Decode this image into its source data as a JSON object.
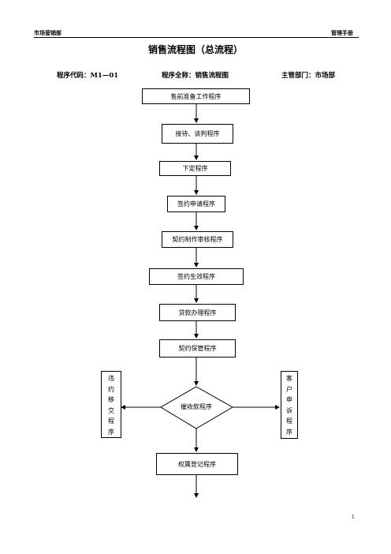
{
  "header": {
    "left": "市场营销部",
    "right": "管理手册"
  },
  "title": "销售流程图（总流程）",
  "meta": {
    "code": "程序代码：M1—01",
    "fullname": "程序全称：销售流程图",
    "dept": "主管部门：市场部"
  },
  "steps": [
    "售前准备工作程序",
    "接待、谈判程序",
    "下定程序",
    "签约申请程序",
    "契约制作审核程序",
    "签约生效程序",
    "贷款办理程序",
    "契约保管程序"
  ],
  "decision": "催收款程序",
  "final_step": "权属登记程序",
  "left_branch": [
    "违",
    "约",
    "移",
    "交",
    "程",
    "序"
  ],
  "right_branch": [
    "客",
    "户",
    "申",
    "诉",
    "程",
    "序"
  ],
  "page_number": "1"
}
